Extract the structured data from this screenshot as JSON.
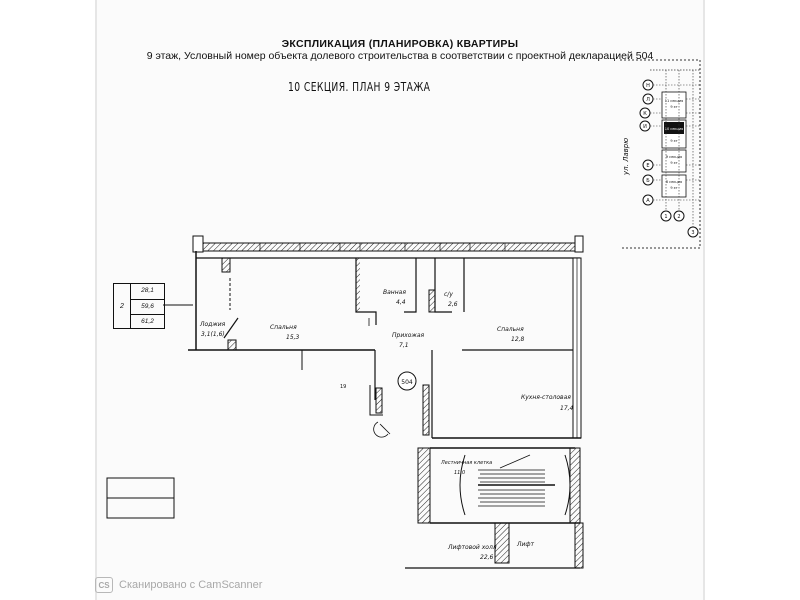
{
  "header": {
    "title": "ЭКСПЛИКАЦИЯ (ПЛАНИРОВКА) КВАРТИРЫ",
    "subtitle": "9 этаж, Условный номер объекта долевого строительства в соответствии с проектной декларацией 504",
    "section_title": "10 СЕКЦИЯ. ПЛАН 9 ЭТАЖА"
  },
  "apartment": {
    "number": "2",
    "areas": [
      "28,1",
      "59,6",
      "61,2"
    ]
  },
  "rooms": [
    {
      "label": "Лоджия",
      "area": "3,1(1,6)"
    },
    {
      "label": "Спальня",
      "area": "15,3"
    },
    {
      "label": "Ванная",
      "area": "4,4"
    },
    {
      "label": "с/у",
      "area": "2,6"
    },
    {
      "label": "Прихожая",
      "area": "7,1"
    },
    {
      "label": "Спальня",
      "area": "12,8"
    },
    {
      "label": "Кухня-столовая",
      "area": "17,4"
    },
    {
      "label": "Лестничная клетка",
      "area": "11,0"
    },
    {
      "label": "Лифтовой холл",
      "area": "22,6"
    },
    {
      "label": "Лифт",
      "area": ""
    }
  ],
  "markers": {
    "door_number": "504",
    "corridor_number": "19"
  },
  "key_plan": {
    "street": "ул. Лаврю",
    "axis_letters": [
      "Н",
      "Л",
      "К",
      "И",
      "Е",
      "Б",
      "А"
    ],
    "axis_numbers": [
      "1",
      "2",
      "3"
    ],
    "block_labels": [
      "11 секция",
      "10 секция",
      "9 секция",
      "8 секция"
    ],
    "block_floors": [
      "9 эт",
      "9 эт",
      "9 эт",
      "9 эт"
    ]
  },
  "footer": {
    "scanner_logo": "CS",
    "scanner_text": "Сканировано с CamScanner"
  }
}
